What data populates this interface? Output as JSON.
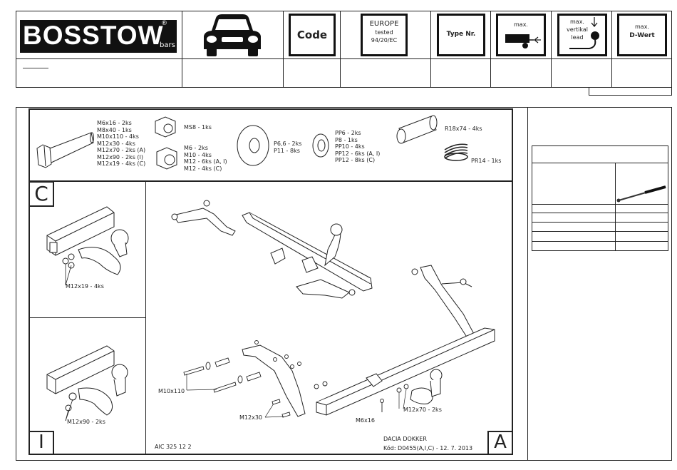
{
  "header": {
    "brand": "BOSSTOW",
    "brand_sub": "bars",
    "brand_reg": "®",
    "code_label": "Code",
    "europe_line1": "EUROPE",
    "europe_line2": "tested",
    "europe_line3": "94/20/EC",
    "type_label": "Type Nr.",
    "max_label": "max.",
    "vertical_line1": "max.",
    "vertical_line2": "vertikal",
    "vertical_line3": "lead",
    "dwert_line1": "max.",
    "dwert_line2": "D-Wert"
  },
  "parts": {
    "bolts": "M6x16 - 2ks\nM8x40 - 1ks\nM10x110 - 4ks\nM12x30 - 4ks\nM12x70 - 2ks (A)\nM12x90 - 2ks (I)\nM12x19 - 4ks (C)",
    "nut_ms8": "MS8 - 1ks",
    "nuts": "M6 - 2ks\nM10 - 4ks\nM12 - 6ks (A, I)\nM12 - 4ks (C)",
    "washers": "P6,6 - 2ks\nP11 - 8ks",
    "spring_washers": "PP6 - 2ks\nP8 - 1ks\nPP10 - 4ks\nPP12 - 6ks (A, I)\nPP12 - 8ks (C)",
    "tube": "R18x74 - 4ks",
    "spring": "PR14 - 1ks"
  },
  "variants": {
    "c_letter": "C",
    "c_bolt": "M12x19 - 4ks",
    "i_letter": "I",
    "i_bolt": "M12x90 - 2ks",
    "a_letter": "A"
  },
  "main": {
    "label_m10": "M10x110",
    "label_m12x30": "M12x30",
    "label_m6": "M6x16",
    "label_m12x70": "M12x70 - 2ks",
    "doc_code": "AIC 325 12 2",
    "vehicle": "DACIA DOKKER",
    "kod": "Kód: D0455(A,I,C) - 12. 7. 2013"
  }
}
